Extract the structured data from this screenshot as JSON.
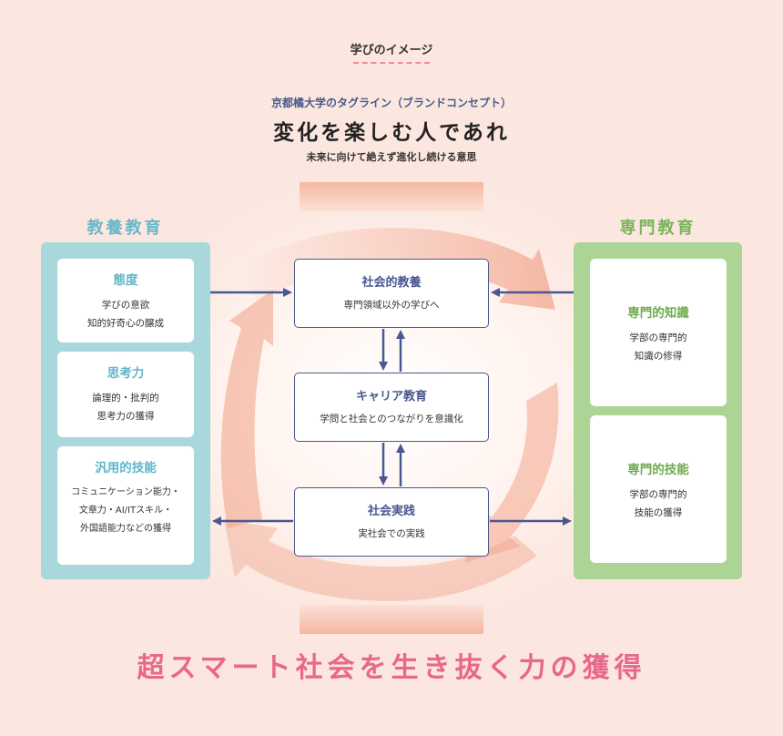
{
  "header": {
    "label": "学びのイメージ",
    "tagline_label": "京都橘大学のタグライン（ブランドコンセプト）",
    "title": "変化を楽しむ人であれ",
    "subtitle": "未来に向けて絶えず進化し続ける意思"
  },
  "left_column": {
    "title": "教養教育",
    "cards": [
      {
        "title": "態度",
        "lines": [
          "学びの意欲",
          "知的好奇心の醸成"
        ]
      },
      {
        "title": "思考力",
        "lines": [
          "論理的・批判的",
          "思考力の獲得"
        ]
      },
      {
        "title": "汎用的技能",
        "lines": [
          "コミュニケーション能力・",
          "文章力・AI/ITスキル・",
          "外国語能力などの獲得"
        ]
      }
    ]
  },
  "right_column": {
    "title": "専門教育",
    "cards": [
      {
        "title": "専門的知識",
        "lines": [
          "学部の専門的",
          "知識の修得"
        ]
      },
      {
        "title": "専門的技能",
        "lines": [
          "学部の専門的",
          "技能の獲得"
        ]
      }
    ]
  },
  "center": {
    "boxes": [
      {
        "title": "社会的教養",
        "desc": "専門領域以外の学びへ"
      },
      {
        "title": "キャリア教育",
        "desc": "学問と社会とのつながりを意識化"
      },
      {
        "title": "社会実践",
        "desc": "実社会での実践"
      }
    ]
  },
  "footer": {
    "text": "超スマート社会を生き抜く力の獲得"
  },
  "colors": {
    "background": "#fbe7df",
    "left_accent": "#68b9cc",
    "left_panel": "#a9d8dc",
    "right_accent": "#7ab45c",
    "right_panel": "#acd595",
    "box_border": "#4a5890",
    "footer_pink": "#e9678a",
    "flow_orange": "#f2a68e"
  }
}
